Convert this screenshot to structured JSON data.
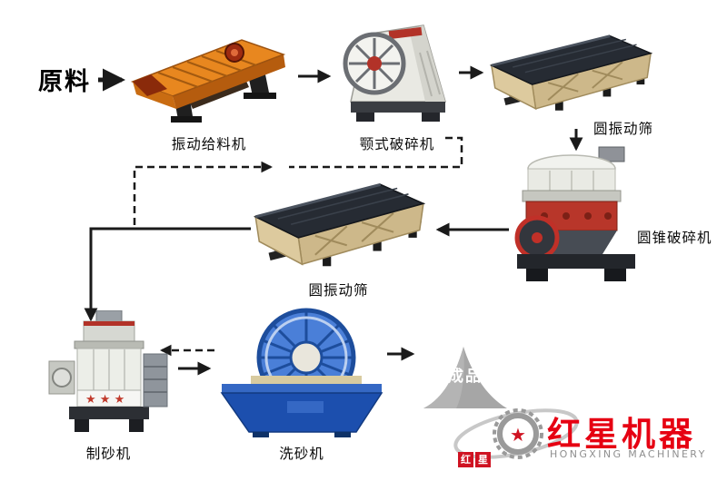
{
  "flow": {
    "raw_material": "原料",
    "nodes": [
      {
        "id": "vibrating-feeder",
        "label": "振动给料机"
      },
      {
        "id": "jaw-crusher",
        "label": "颚式破碎机"
      },
      {
        "id": "circular-vibrating-screen-1",
        "label": "圆振动筛"
      },
      {
        "id": "cone-crusher",
        "label": "圆锥破碎机"
      },
      {
        "id": "circular-vibrating-screen-2",
        "label": "圆振动筛"
      },
      {
        "id": "sand-making-machine",
        "label": "制砂机"
      },
      {
        "id": "sand-washing-machine",
        "label": "洗砂机"
      },
      {
        "id": "finished-product",
        "label": "成品"
      }
    ]
  },
  "logo": {
    "brand": "红星机器",
    "subtitle": "HONGXING MACHINERY",
    "seals": [
      "红",
      "星"
    ],
    "brand_color": "#e60012"
  },
  "colors": {
    "arrow": "#1a1a1a",
    "background": "#ffffff",
    "feeder_orange": "#e8871f",
    "washer_blue": "#1c4fae",
    "accent_red": "#b8362a"
  }
}
